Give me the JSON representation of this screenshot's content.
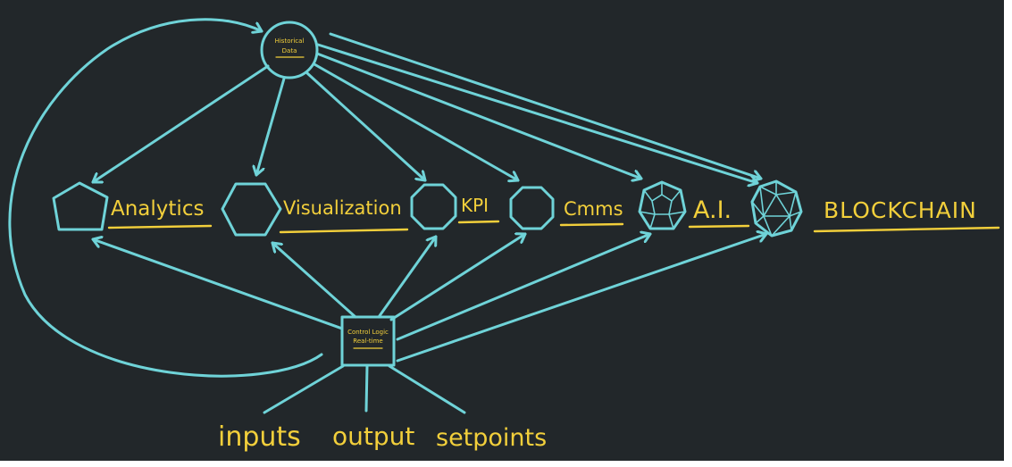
{
  "hub_top": {
    "line1": "Historical",
    "line2": "Data"
  },
  "hub_bottom": {
    "line1": "Control Logic",
    "line2": "Real-time"
  },
  "nodes": {
    "analytics": "Analytics",
    "visualization": "Visualization",
    "kpi": "KPI",
    "cmms": "Cmms",
    "ai": "A.I.",
    "blockchain": "BLOCKCHAIN"
  },
  "io": {
    "inputs": "inputs",
    "output": "output",
    "setpoints": "setpoints"
  },
  "colors": {
    "background": "#22272a",
    "line": "#6fd3d8",
    "label": "#f2cf3b"
  }
}
